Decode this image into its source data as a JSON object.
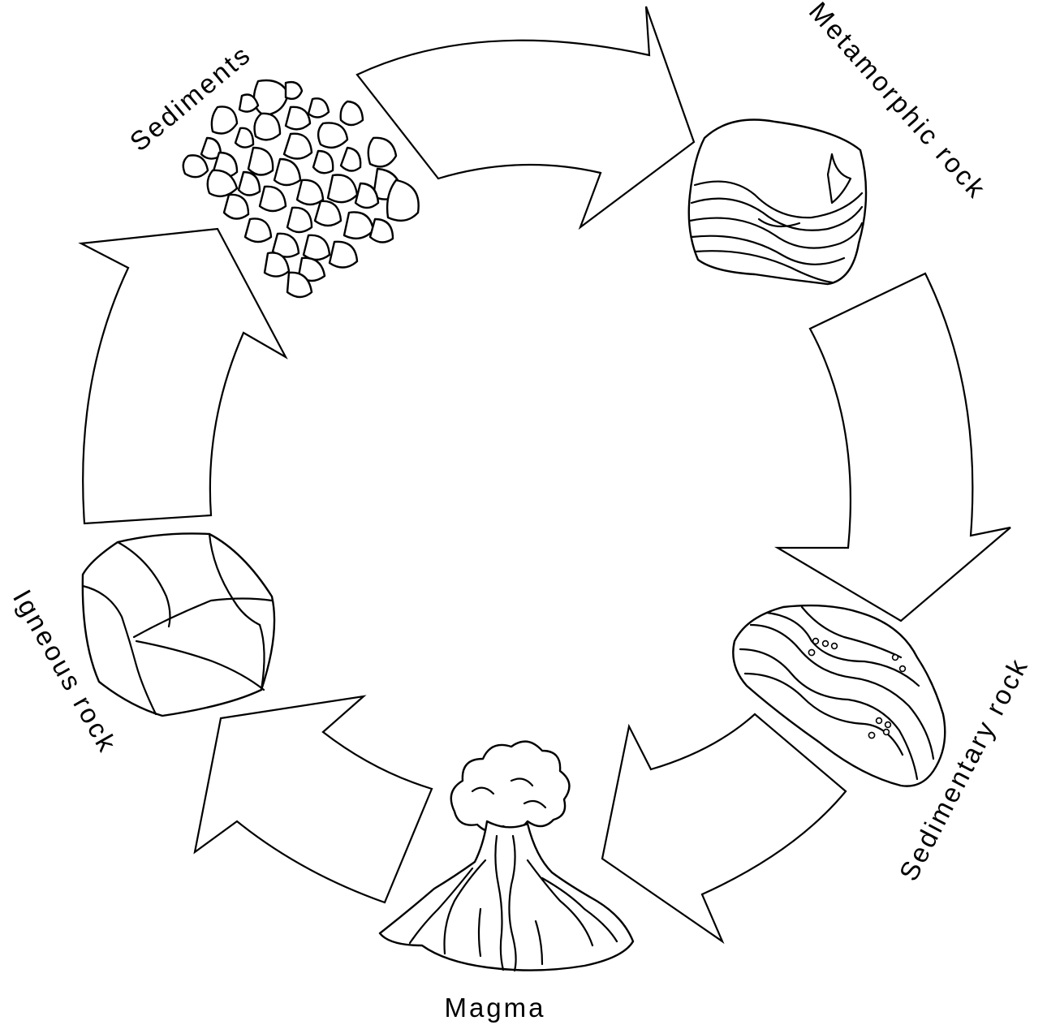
{
  "diagram": {
    "type": "rock-cycle",
    "stages": [
      {
        "id": "sediments",
        "label": "Sediments"
      },
      {
        "id": "metamorphic",
        "label": "Metamorphic rock"
      },
      {
        "id": "sedimentary",
        "label": "Sedimentary rock"
      },
      {
        "id": "magma",
        "label": "Magma"
      },
      {
        "id": "igneous",
        "label": "Igneous rock"
      }
    ],
    "colors": {
      "line": "#000000",
      "background": "#ffffff"
    }
  }
}
